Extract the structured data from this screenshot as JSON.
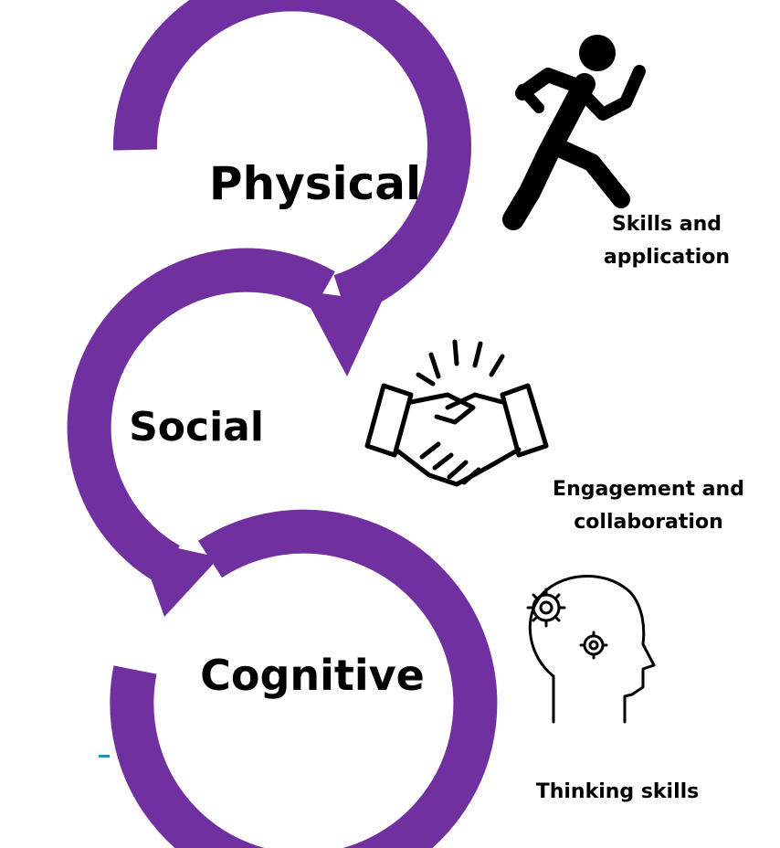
{
  "colors": {
    "ring": "#7030a0",
    "text": "#000000",
    "background": "#ffffff"
  },
  "stages": [
    {
      "label": "Physical",
      "icon": "runner-icon",
      "caption_lines": [
        "Skills and",
        "application"
      ]
    },
    {
      "label": "Social",
      "icon": "handshake-icon",
      "caption_lines": [
        "Engagement and",
        "collaboration"
      ]
    },
    {
      "label": "Cognitive",
      "icon": "head-gears-icon",
      "caption_lines": [
        "Thinking skills"
      ]
    }
  ]
}
